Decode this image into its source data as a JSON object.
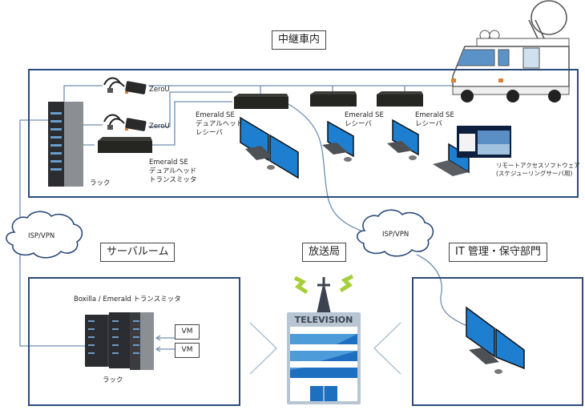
{
  "zones": {
    "relay_vehicle": {
      "title": "中継車内"
    },
    "server_room": {
      "title": "サーバルーム"
    },
    "broadcast_station": {
      "title": "放送局"
    },
    "it_department": {
      "title": "IT 管理・保守部門"
    }
  },
  "relay_vehicle_items": {
    "zerou_1": "ZeroU",
    "zerou_2": "ZeroU",
    "rack_label": "ラック",
    "transmitter": [
      "Emerald SE",
      "デュアルヘッド",
      "トランスミッタ"
    ],
    "dual_receiver": [
      "Emerald SE",
      "デュアルヘッド",
      "レシーバ"
    ],
    "receiver_1": [
      "Emerald SE",
      "レシーバ"
    ],
    "receiver_2": [
      "Emerald SE",
      "レシーバ"
    ],
    "remote_software": [
      "リモートアクセスソフトウェア",
      "(スケジューリングサーバ用)"
    ]
  },
  "clouds": {
    "left": "ISP/VPN",
    "right": "ISP/VPN"
  },
  "server_room_items": {
    "title": "Boxilla / Emerald トランスミッタ",
    "rack_label": "ラック",
    "vm_1": "VM",
    "vm_2": "VM"
  },
  "broadcast_items": {
    "building_sign": "TELEVISION"
  },
  "colors": {
    "zone_border": "#2c4a7a",
    "connector": "#6f8fb0",
    "screen_blue": "#1e7fd0",
    "signal_green": "#a6cf3a"
  }
}
